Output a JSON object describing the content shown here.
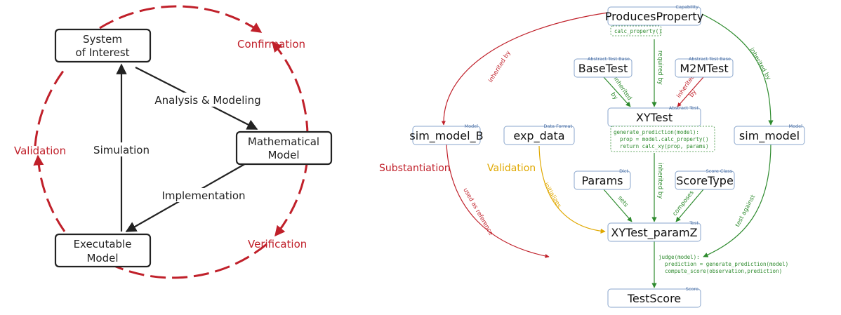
{
  "left": {
    "nodes": {
      "system": [
        "System",
        "of Interest"
      ],
      "math": [
        "Mathematical",
        "Model"
      ],
      "exec": [
        "Executable",
        "Model"
      ]
    },
    "process_labels": {
      "analysis": "Analysis & Modeling",
      "simulation": "Simulation",
      "implementation": "Implementation"
    },
    "cycle_labels": {
      "confirmation": "Confirmation",
      "validation": "Validation",
      "verification": "Verification"
    },
    "colors": {
      "cycle": "#c0202a",
      "box": "#222222"
    }
  },
  "right": {
    "nodes": {
      "produces": {
        "label": "ProducesProperty",
        "tag": "Capability"
      },
      "basetest": {
        "label": "BaseTest",
        "tag": "Abstract Test Base"
      },
      "m2mtest": {
        "label": "M2MTest",
        "tag": "Abstract Test Base"
      },
      "xytest": {
        "label": "XYTest",
        "tag": "Abstract Test"
      },
      "simb": {
        "label": "sim_model_B",
        "tag": "Model"
      },
      "expdata": {
        "label": "exp_data",
        "tag": "Data Format"
      },
      "simmodel": {
        "label": "sim_model",
        "tag": "Model"
      },
      "params": {
        "label": "Params",
        "tag": "Dict"
      },
      "scoretype": {
        "label": "ScoreType",
        "tag": "Score Class"
      },
      "paramz": {
        "label": "XYTest_paramZ",
        "tag": "Test"
      },
      "score": {
        "label": "TestScore",
        "tag": "Score"
      }
    },
    "code": {
      "calc": "calc_property()",
      "generate": [
        "generate_prediction(model):",
        "  prop = model.calc_property()",
        "  return calc_xy(prop, params)"
      ],
      "judge": [
        "judge(model):",
        "  prediction = generate_prediction(model)",
        "  compute_score(observation,prediction)"
      ]
    },
    "edge_labels": {
      "inherited_by": "inherited by",
      "required_by": "required by",
      "inherited": "inherited",
      "by": "by",
      "used_as_reference": "used as reference",
      "initializes": "initializes",
      "sets": "sets",
      "composes": "composes",
      "test_against": "test against"
    },
    "side_labels": {
      "substantiation": "Substantiation",
      "validation": "Validation"
    },
    "colors": {
      "green": "#2e8b2e",
      "red": "#c0202a",
      "orange": "#e0a800",
      "tag": "#4a6fa5"
    }
  }
}
